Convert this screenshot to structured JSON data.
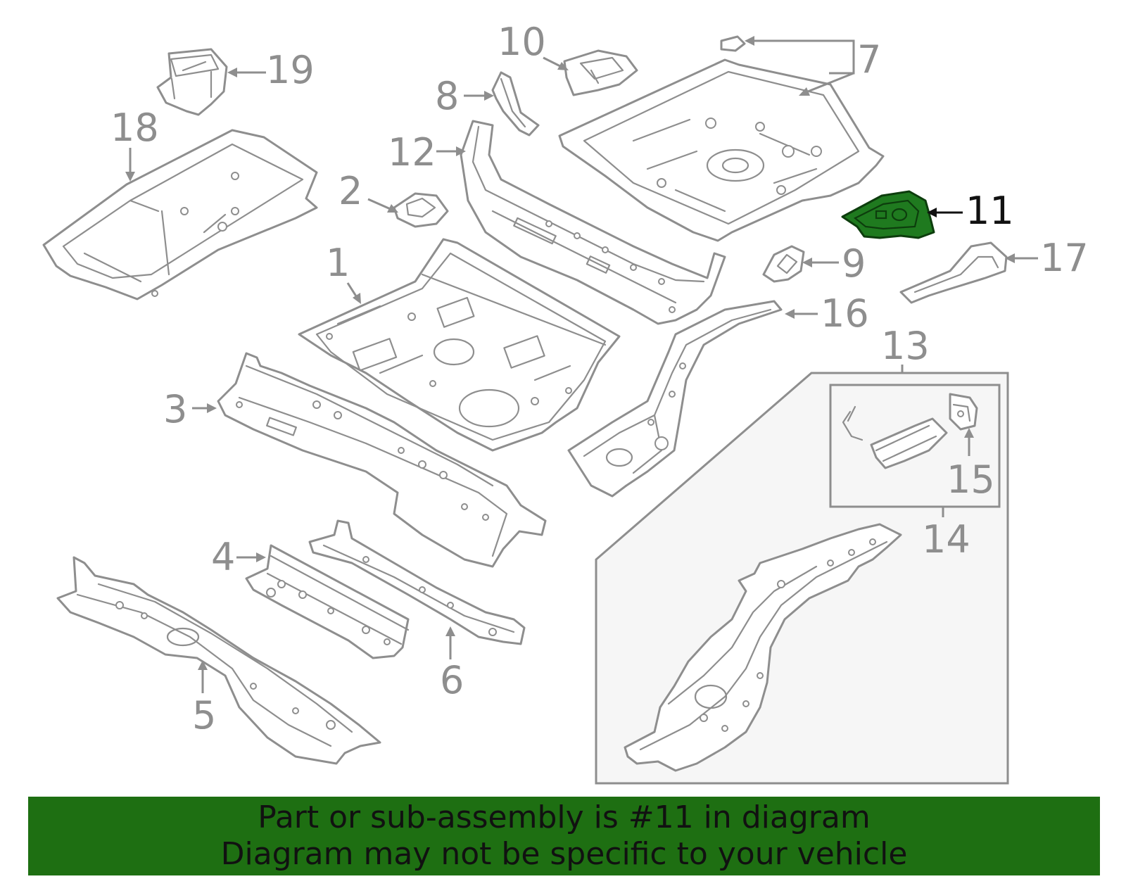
{
  "diagram": {
    "highlighted_callout": "11",
    "highlight_color": "#1f7a1f",
    "part_line_color": "#8e8e8e",
    "callouts": {
      "c1": "1",
      "c2": "2",
      "c3": "3",
      "c4": "4",
      "c5": "5",
      "c6": "6",
      "c7": "7",
      "c8": "8",
      "c9": "9",
      "c10": "10",
      "c11": "11",
      "c12": "12",
      "c13": "13",
      "c14": "14",
      "c15": "15",
      "c16": "16",
      "c17": "17",
      "c18": "18",
      "c19": "19"
    }
  },
  "banner": {
    "line1": "Part or sub-assembly is #11 in diagram",
    "line2": "Diagram may not be specific to your vehicle",
    "background_color": "#1e6f12"
  }
}
